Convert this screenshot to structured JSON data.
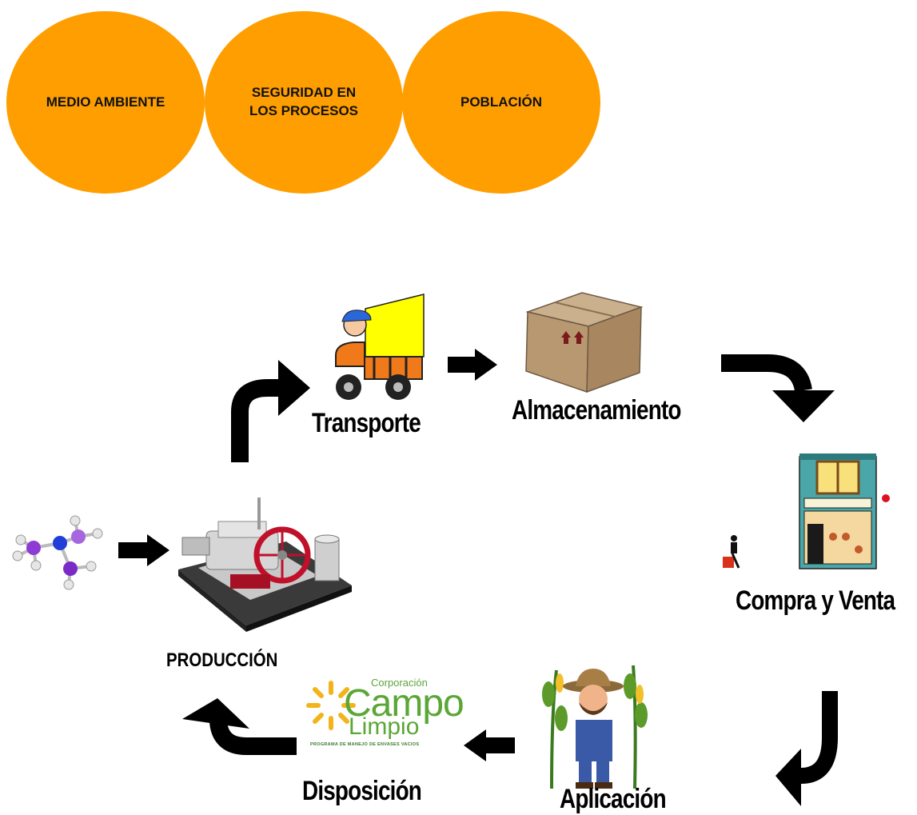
{
  "circles": [
    {
      "label": "MEDIO AMBIENTE"
    },
    {
      "label": "SEGURIDAD EN\nLOS PROCESOS"
    },
    {
      "label": "POBLACIÓN"
    }
  ],
  "steps": {
    "produccion": "PRODUCCIÓN",
    "transporte": "Transporte",
    "almacenamiento": "Almacenamiento",
    "compra_venta": "Compra y Venta",
    "aplicacion": "Aplicación",
    "disposicion": "Disposición"
  },
  "logo": {
    "line1": "Corporación",
    "line2": "Campo",
    "line3": "Limpio",
    "tagline": "PROGRAMA DE MANEJO DE ENVASES VACIOS"
  },
  "colors": {
    "circle": "#FF9E00",
    "arrow": "#000000"
  }
}
